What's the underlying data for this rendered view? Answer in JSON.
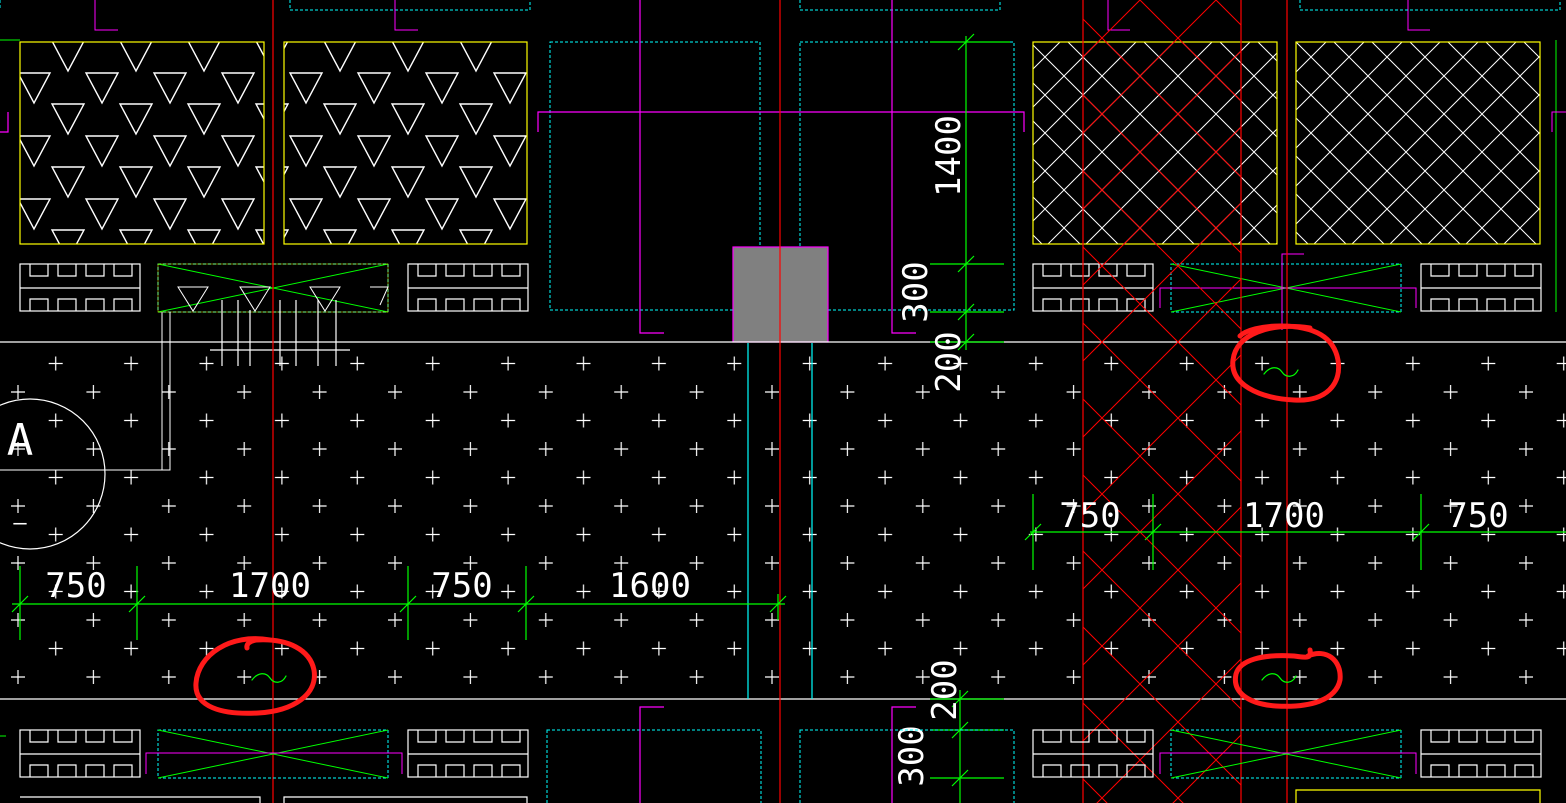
{
  "colors": {
    "background": "#000000",
    "white": "#ffffff",
    "yellow": "#ffff00",
    "green": "#00ff00",
    "magenta": "#ff00ff",
    "red": "#ff0000",
    "cyan": "#00ffff",
    "gray_block": "#808080",
    "markup": "#ff1a1a"
  },
  "dimensions": {
    "lower_left": [
      "750",
      "1700",
      "750",
      "1600"
    ],
    "right_side": [
      "750",
      "1700",
      "750"
    ],
    "vertical_upper": [
      "1400",
      "300",
      "200"
    ],
    "vertical_lower": [
      "200",
      "300"
    ]
  },
  "axis_bubble": {
    "label": "A",
    "sub_label": "—"
  },
  "markup_circles": [
    {
      "name": "markup-circle-bottom-left"
    },
    {
      "name": "markup-circle-top-right"
    },
    {
      "name": "markup-circle-bottom-right"
    }
  ]
}
